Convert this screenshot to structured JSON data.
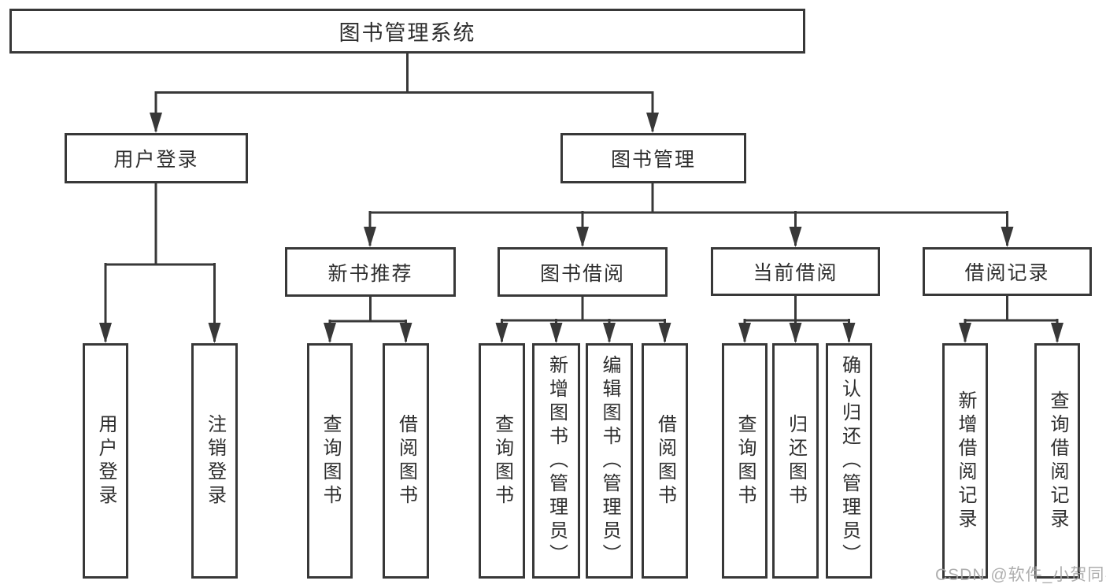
{
  "diagram": {
    "title": "图书管理系统",
    "watermark": "CSDN @软件_小贺同学",
    "colors": {
      "background": "#ffffff",
      "line": "#383838",
      "box_border": "#383838",
      "text": "#2e2e2e",
      "watermark": "#a5a5a5"
    },
    "nodes": {
      "root": {
        "label": "图书管理系统"
      },
      "user_login": {
        "label": "用户登录"
      },
      "book_mgmt": {
        "label": "图书管理"
      },
      "new_book_rec": {
        "label": "新书推荐"
      },
      "book_borrow": {
        "label": "图书借阅"
      },
      "current_borrow": {
        "label": "当前借阅"
      },
      "borrow_records": {
        "label": "借阅记录"
      },
      "leaf_user_login": {
        "label": "用户登录"
      },
      "leaf_logout": {
        "label": "注销登录"
      },
      "rec_query_book": {
        "label": "查询图书"
      },
      "rec_borrow_book": {
        "label": "借阅图书"
      },
      "bb_query_book": {
        "label": "查询图书"
      },
      "bb_add_book": {
        "label": "新增图书（管理员）"
      },
      "bb_edit_book": {
        "label": "编辑图书（管理员）"
      },
      "bb_borrow_book": {
        "label": "借阅图书"
      },
      "cb_query_book": {
        "label": "查询图书"
      },
      "cb_return_book": {
        "label": "归还图书"
      },
      "cb_confirm_return": {
        "label": "确认归还（管理员）"
      },
      "br_add_record": {
        "label": "新增借阅记录"
      },
      "br_query_record": {
        "label": "查询借阅记录"
      }
    },
    "hierarchy": [
      {
        "parent": "图书管理系统",
        "children": [
          "用户登录",
          "图书管理"
        ]
      },
      {
        "parent": "用户登录",
        "children": [
          "用户登录",
          "注销登录"
        ]
      },
      {
        "parent": "图书管理",
        "children": [
          "新书推荐",
          "图书借阅",
          "当前借阅",
          "借阅记录"
        ]
      },
      {
        "parent": "新书推荐",
        "children": [
          "查询图书",
          "借阅图书"
        ]
      },
      {
        "parent": "图书借阅",
        "children": [
          "查询图书",
          "新增图书（管理员）",
          "编辑图书（管理员）",
          "借阅图书"
        ]
      },
      {
        "parent": "当前借阅",
        "children": [
          "查询图书",
          "归还图书",
          "确认归还（管理员）"
        ]
      },
      {
        "parent": "借阅记录",
        "children": [
          "新增借阅记录",
          "查询借阅记录"
        ]
      }
    ]
  }
}
